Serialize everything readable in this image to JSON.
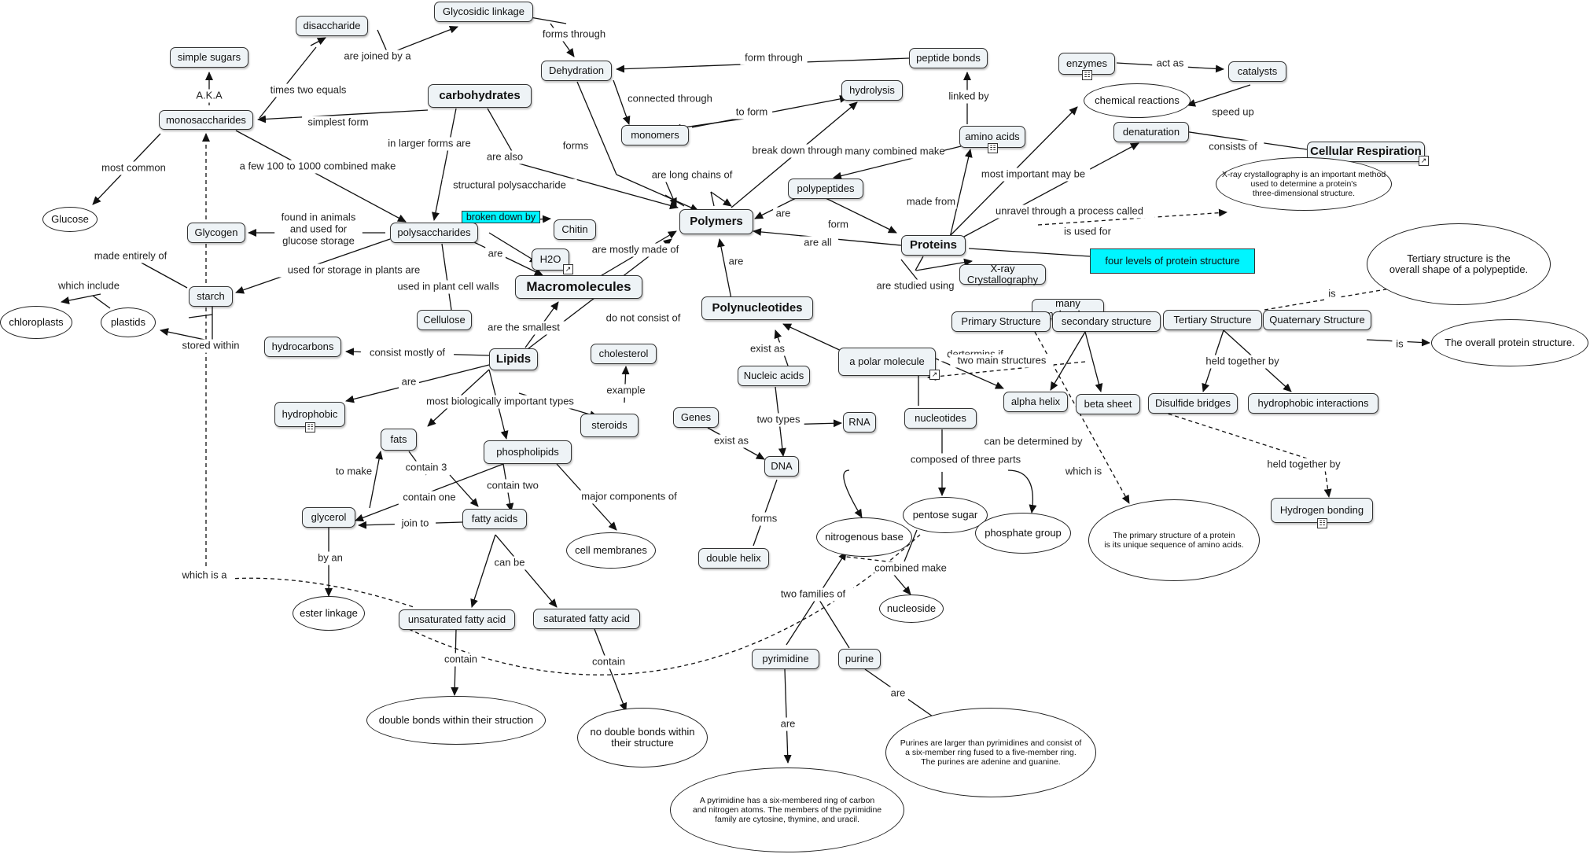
{
  "concepts": [
    {
      "id": "glycosidic",
      "text": "Glycosidic linkage",
      "shape": "rect"
    },
    {
      "id": "disaccharide",
      "text": "disaccharide",
      "shape": "rect"
    },
    {
      "id": "simple_sugars",
      "text": "simple sugars",
      "shape": "rect"
    },
    {
      "id": "dehydration",
      "text": "Dehydration",
      "shape": "rect"
    },
    {
      "id": "peptide_bonds",
      "text": "peptide bonds",
      "shape": "rect"
    },
    {
      "id": "enzymes",
      "text": "enzymes",
      "shape": "rect",
      "icon": true
    },
    {
      "id": "catalysts",
      "text": "catalysts",
      "shape": "rect"
    },
    {
      "id": "chem_reactions",
      "text": "chemical reactions",
      "shape": "ellipse"
    },
    {
      "id": "hydrolysis",
      "text": "hydrolysis",
      "shape": "rect"
    },
    {
      "id": "carbohydrates",
      "text": "carbohydrates",
      "shape": "rect",
      "bold": true
    },
    {
      "id": "monosaccharides",
      "text": "monosaccharides",
      "shape": "rect"
    },
    {
      "id": "monomers",
      "text": "monomers",
      "shape": "rect"
    },
    {
      "id": "amino_acids",
      "text": "amino acids",
      "shape": "rect",
      "icon": true
    },
    {
      "id": "denaturation",
      "text": "denaturation",
      "shape": "rect"
    },
    {
      "id": "cell_resp",
      "text": "Cellular Respiration",
      "shape": "rect",
      "bold": true,
      "arrow": true
    },
    {
      "id": "xray_note",
      "text": "X-ray crystallography is an important method\nused to determine a protein's\nthree-dimensional structure.",
      "shape": "ellipse",
      "small": true
    },
    {
      "id": "polypeptides",
      "text": "polypeptides",
      "shape": "rect"
    },
    {
      "id": "glucose",
      "text": "Glucose",
      "shape": "ellipse"
    },
    {
      "id": "glycogen",
      "text": "Glycogen",
      "shape": "rect"
    },
    {
      "id": "polysaccharides",
      "text": "polysaccharides",
      "shape": "rect"
    },
    {
      "id": "broken_down",
      "text": "broken down by",
      "shape": "cyan"
    },
    {
      "id": "chitin",
      "text": "Chitin",
      "shape": "rect"
    },
    {
      "id": "polymers",
      "text": "Polymers",
      "shape": "rect",
      "bold": true
    },
    {
      "id": "proteins",
      "text": "Proteins",
      "shape": "rect",
      "bold": true
    },
    {
      "id": "four_levels",
      "text": "four levels of protein structure",
      "shape": "cyan"
    },
    {
      "id": "tertiary_note",
      "text": "Tertiary structure is the\noverall shape of a polypeptide.",
      "shape": "ellipse"
    },
    {
      "id": "h2o",
      "text": "H2O",
      "shape": "rect",
      "arrow": true
    },
    {
      "id": "macromolecules",
      "text": "Macromolecules",
      "shape": "rect",
      "bold": true,
      "big": true
    },
    {
      "id": "starch",
      "text": "starch",
      "shape": "rect"
    },
    {
      "id": "xray",
      "text": "X-ray Crystallography",
      "shape": "rect"
    },
    {
      "id": "many_molecules",
      "text": "many molecules",
      "shape": "rect"
    },
    {
      "id": "chloroplasts",
      "text": "chloroplasts",
      "shape": "ellipse"
    },
    {
      "id": "plastids",
      "text": "plastids",
      "shape": "ellipse"
    },
    {
      "id": "cellulose",
      "text": "Cellulose",
      "shape": "rect"
    },
    {
      "id": "polynucleotides",
      "text": "Polynucleotides",
      "shape": "rect",
      "bold": true
    },
    {
      "id": "primary",
      "text": "Primary Structure",
      "shape": "rect"
    },
    {
      "id": "secondary",
      "text": "secondary structure",
      "shape": "rect"
    },
    {
      "id": "tertiary",
      "text": "Tertiary Structure",
      "shape": "rect"
    },
    {
      "id": "quaternary",
      "text": "Quaternary Structure",
      "shape": "rect"
    },
    {
      "id": "overall_note",
      "text": "The overall protein structure.",
      "shape": "ellipse"
    },
    {
      "id": "hydrocarbons",
      "text": "hydrocarbons",
      "shape": "rect"
    },
    {
      "id": "lipids",
      "text": "Lipids",
      "shape": "rect",
      "bold": true
    },
    {
      "id": "cholesterol",
      "text": "cholesterol",
      "shape": "rect"
    },
    {
      "id": "polar_molecule",
      "text": "a polar molecule",
      "shape": "rect",
      "arrow": true
    },
    {
      "id": "nucleic_acids",
      "text": "Nucleic acids",
      "shape": "rect"
    },
    {
      "id": "hydrophobic",
      "text": "hydrophobic",
      "shape": "rect",
      "icon": true
    },
    {
      "id": "alpha_helix",
      "text": "alpha helix",
      "shape": "rect"
    },
    {
      "id": "beta_sheet",
      "text": "beta sheet",
      "shape": "rect"
    },
    {
      "id": "disulfide",
      "text": "Disulfide bridges",
      "shape": "rect"
    },
    {
      "id": "hydrophobic_int",
      "text": "hydrophobic interactions",
      "shape": "rect"
    },
    {
      "id": "genes",
      "text": "Genes",
      "shape": "rect"
    },
    {
      "id": "rna",
      "text": "RNA",
      "shape": "rect"
    },
    {
      "id": "nucleotides",
      "text": "nucleotides",
      "shape": "rect"
    },
    {
      "id": "steroids",
      "text": "steroids",
      "shape": "rect"
    },
    {
      "id": "fats",
      "text": "fats",
      "shape": "rect"
    },
    {
      "id": "phospholipids",
      "text": "phospholipids",
      "shape": "rect"
    },
    {
      "id": "dna",
      "text": "DNA",
      "shape": "rect"
    },
    {
      "id": "pentose",
      "text": "pentose sugar",
      "shape": "ellipse"
    },
    {
      "id": "phosphate",
      "text": "phosphate group",
      "shape": "ellipse"
    },
    {
      "id": "nitrogenous",
      "text": "nitrogenous base",
      "shape": "ellipse"
    },
    {
      "id": "primary_note",
      "text": "The primary structure of a protein\nis its unique sequence of amino acids.",
      "shape": "ellipse",
      "small": true
    },
    {
      "id": "hydrogen",
      "text": "Hydrogen bonding",
      "shape": "rect",
      "icon": true
    },
    {
      "id": "glycerol",
      "text": "glycerol",
      "shape": "rect"
    },
    {
      "id": "fatty_acids",
      "text": "fatty acids",
      "shape": "rect"
    },
    {
      "id": "cell_membranes",
      "text": "cell membranes",
      "shape": "ellipse"
    },
    {
      "id": "double_helix",
      "text": "double helix",
      "shape": "rect"
    },
    {
      "id": "nucleoside",
      "text": "nucleoside",
      "shape": "ellipse"
    },
    {
      "id": "ester",
      "text": "ester linkage",
      "shape": "ellipse"
    },
    {
      "id": "unsaturated",
      "text": "unsaturated fatty acid",
      "shape": "rect"
    },
    {
      "id": "saturated",
      "text": "saturated fatty acid",
      "shape": "rect"
    },
    {
      "id": "pyrimidine",
      "text": "pyrimidine",
      "shape": "rect"
    },
    {
      "id": "purine",
      "text": "purine",
      "shape": "rect"
    },
    {
      "id": "double_bonds",
      "text": "double bonds within their struction",
      "shape": "ellipse"
    },
    {
      "id": "no_double",
      "text": "no double bonds within\ntheir structure",
      "shape": "ellipse"
    },
    {
      "id": "purines_note",
      "text": "Purines are larger than pyrimidines and consist of\na six-member ring fused to a five-member ring.\nThe purines are adenine and guanine.",
      "shape": "ellipse",
      "small": true
    },
    {
      "id": "pyrimidine_note",
      "text": "A pyrimidine has a six-membered ring of carbon\nand nitrogen atoms. The members of the pyrimidine\nfamily are cytosine, thymine, and uracil.",
      "shape": "ellipse",
      "small": true
    }
  ],
  "link_labels": [
    "forms through",
    "are joined by a",
    "times two equals",
    "A.K.A",
    "form through",
    "linked by",
    "act as",
    "speed up",
    "connected through",
    "to form",
    "simplest form",
    "in larger forms are",
    "are also",
    "forms",
    "break down through",
    "many combined make",
    "consists of",
    "most common",
    "a few 100 to 1000 combined make",
    "structural polysaccharide",
    "are long chains of",
    "most important may be",
    "made from",
    "unravel through a process called",
    "are",
    "form",
    "found in animals\nand used for\nglucose storage",
    "made entirely of",
    "are",
    "are mostly made of",
    "are all",
    "is used for",
    "are",
    "used for storage in plants are",
    "which include",
    "used in plant cell walls",
    "are studied using",
    "is",
    "are the smallest",
    "do not consist of",
    "stored within",
    "consist mostly of",
    "exist as",
    "dertermins if",
    "two main structures",
    "held together by",
    "is",
    "are",
    "most biologically important types",
    "example",
    "two types",
    "exist as",
    "can be determined by",
    "which is",
    "held together by",
    "composed of three parts",
    "contain 3",
    "to make",
    "contain two",
    "contain one",
    "major components of",
    "join to",
    "forms",
    "combined make",
    "by an",
    "can be",
    "which is a",
    "two families of",
    "contain",
    "contain",
    "are",
    "are"
  ]
}
